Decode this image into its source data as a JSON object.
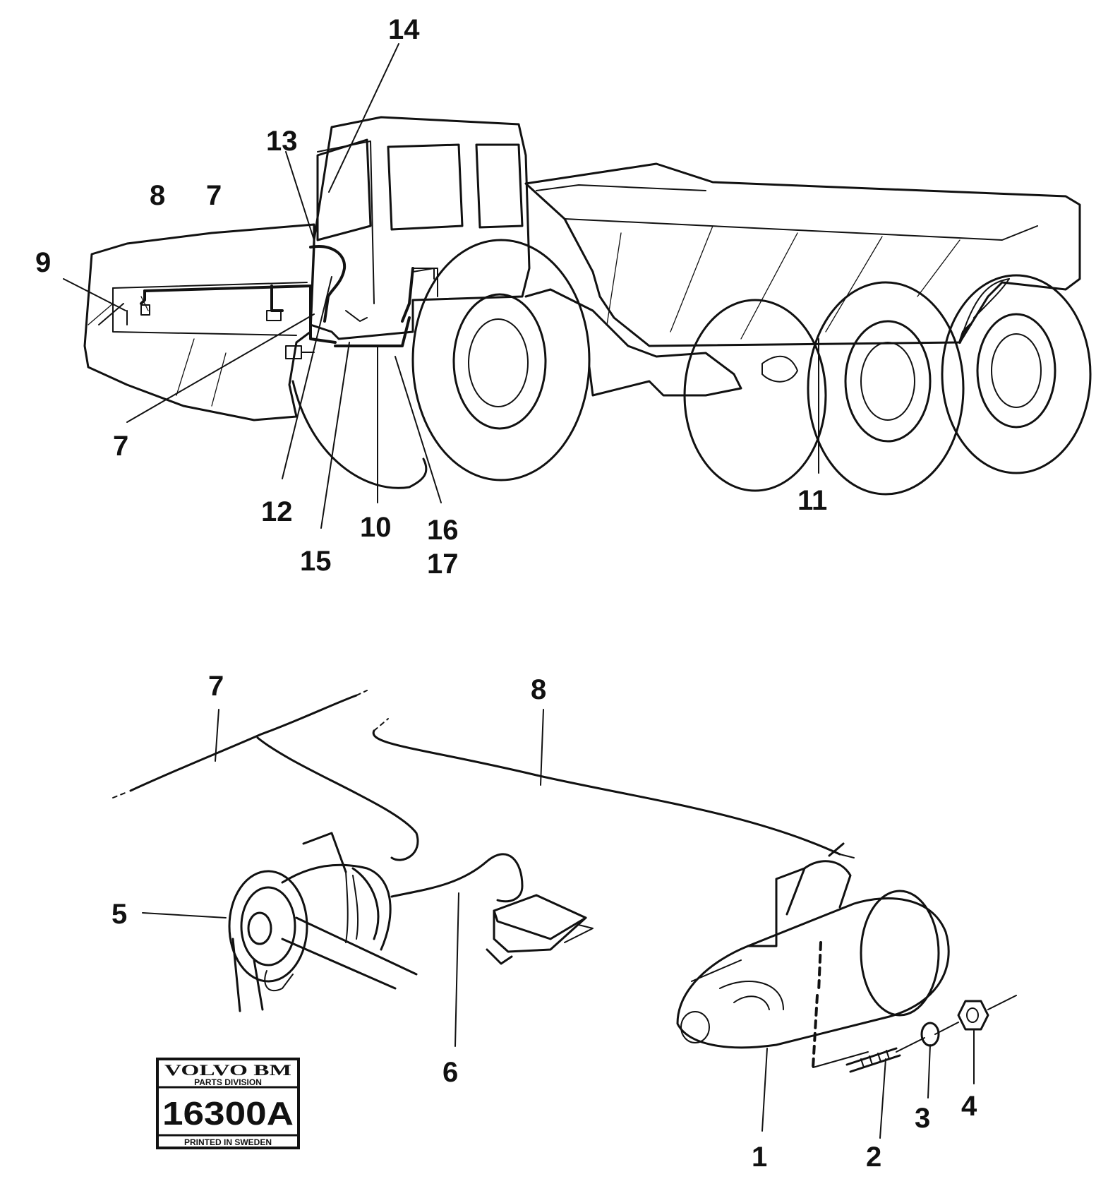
{
  "callouts": {
    "c14": "14",
    "c13": "13",
    "c8_top": "8",
    "c7_top": "7",
    "c9": "9",
    "c7_left": "7",
    "c12": "12",
    "c15": "15",
    "c10": "10",
    "c16": "16",
    "c17": "17",
    "c11": "11",
    "c7_bottom": "7",
    "c8_bottom": "8",
    "c5": "5",
    "c6": "6",
    "c1": "1",
    "c2": "2",
    "c3": "3",
    "c4": "4"
  },
  "stamp": {
    "brand": "VOLVO BM",
    "division": "PARTS DIVISION",
    "code": "16300A",
    "printed": "PRINTED IN SWEDEN"
  }
}
